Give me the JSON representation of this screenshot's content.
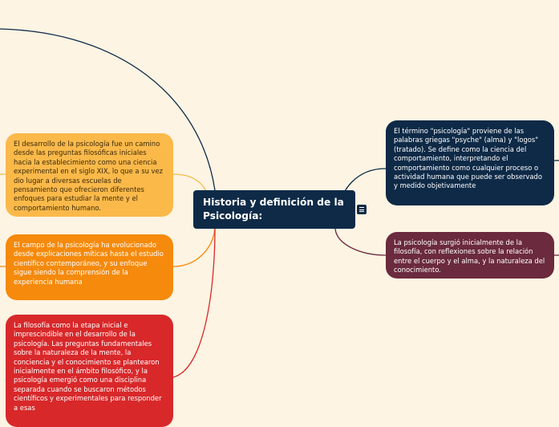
{
  "central": {
    "title": "Historia y definición de la Psicología:",
    "menu_icon": "list-icon"
  },
  "nodes_left": [
    {
      "text": "El desarrollo de la psicología fue un camino desde las preguntas filosóficas iniciales hacia la establecimiento como una ciencia experimental en el siglo XIX, lo que a su vez dio lugar a diversas escuelas de pensamiento que ofrecieron diferentes enfoques para estudiar la mente y el comportamiento humano.",
      "color": "#fbb94a"
    },
    {
      "text": "El campo de la psicología ha evolucionado desde explicaciones míticas hasta el estudio científico contemporáneo, y su enfoque sigue siendo la comprensión de la experiencia humana",
      "color": "#f58a0c"
    },
    {
      "text": "La filosofía como la etapa inicial e imprescindible en el desarrollo de la psicología. Las preguntas fundamentales sobre la naturaleza de la mente, la conciencia y el conocimiento se plantearon inicialmente en el ámbito filosófico, y la psicología emergió como una disciplina separada cuando se buscaron métodos científicos y experimentales para responder a esas",
      "color": "#d8282a"
    }
  ],
  "nodes_right": [
    {
      "text": "El término \"psicología\" proviene de las palabras griegas \"psyche\" (alma) y \"logos\" (tratado). Se define como la ciencia del comportamiento, interpretando el comportamiento como cualquier proceso o actividad humana que puede ser observado y medido objetivamente",
      "color": "#0e2a47"
    },
    {
      "text": "La psicología surgió inicialmente de la filosofía, con reflexiones sobre la relación entre el cuerpo y el alma, y la naturaleza del conocimiento.",
      "color": "#6b2a3e"
    }
  ],
  "colors": {
    "background": "#fdf4e3",
    "central": "#0e2a47"
  }
}
